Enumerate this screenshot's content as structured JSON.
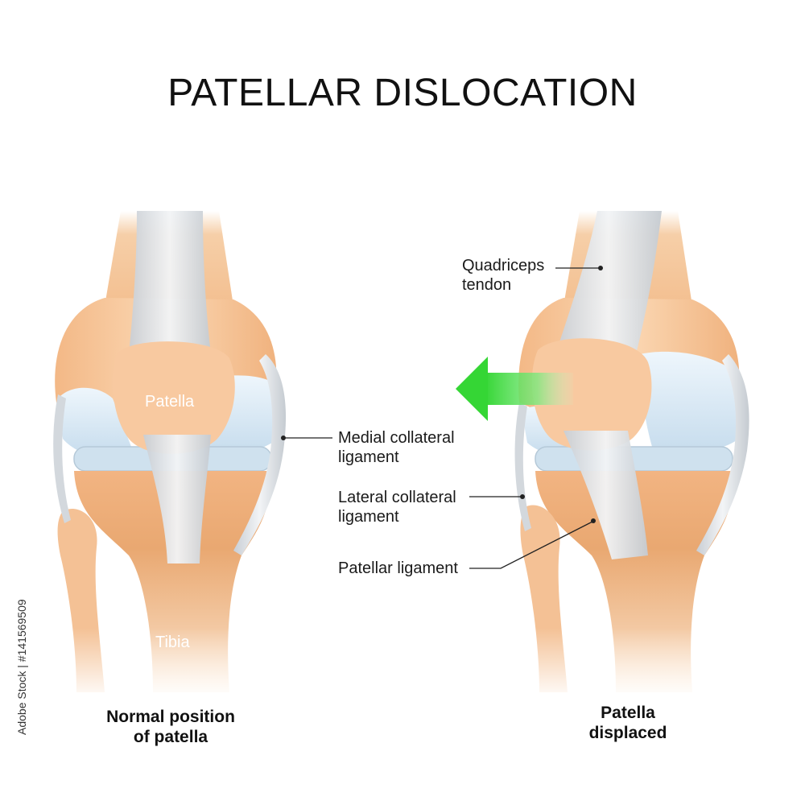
{
  "title": "PATELLAR DISLOCATION",
  "left_knee": {
    "patella_label": "Patella",
    "tibia_label": "Tibia",
    "caption_line1": "Normal position",
    "caption_line2": "of patella"
  },
  "right_knee": {
    "caption_line1": "Patella",
    "caption_line2": "displaced"
  },
  "labels": {
    "quadriceps_line1": "Quadriceps",
    "quadriceps_line2": "tendon",
    "medial_line1": "Medial collateral",
    "medial_line2": "ligament",
    "lateral_line1": "Lateral collateral",
    "lateral_line2": "ligament",
    "patellar_ligament": "Patellar ligament"
  },
  "arrow": {
    "color": "#3ddc3d",
    "direction": "left"
  },
  "colors": {
    "bone": "#f6c79a",
    "cartilage": "#d6e8f5",
    "ligament": "#d8dde2"
  },
  "credit": "Adobe Stock | #141569509"
}
